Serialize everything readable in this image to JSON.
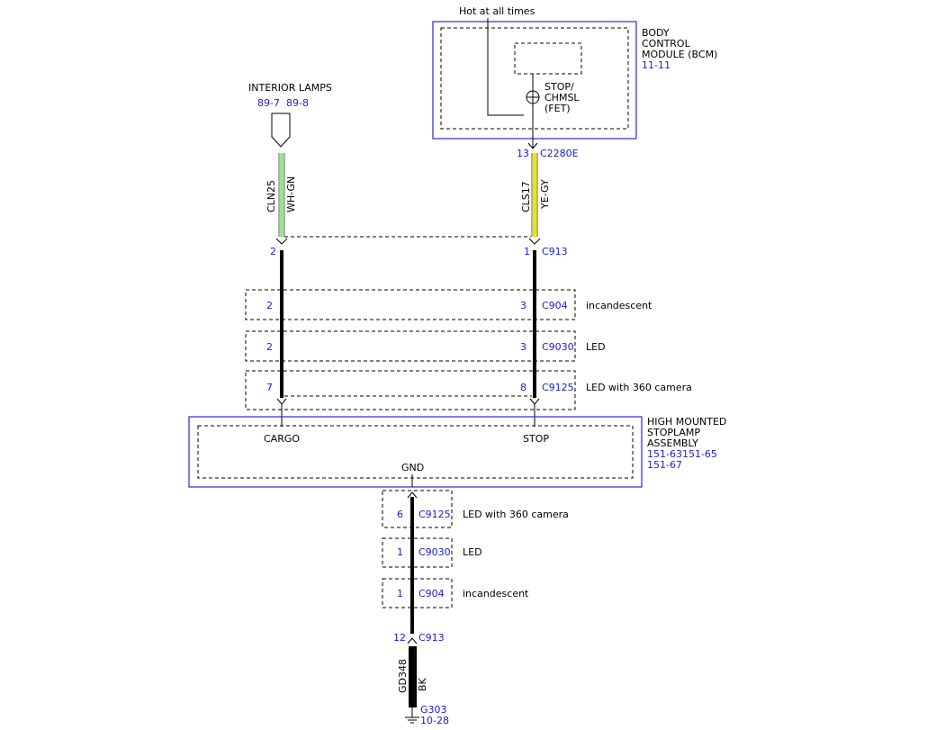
{
  "hot_label": "Hot at all times",
  "bcm": {
    "name_lines": [
      "BODY",
      "CONTROL",
      "MODULE (BCM)"
    ],
    "ref": "11-11",
    "switch_lines": [
      "STOP/",
      "CHMSL",
      "(FET)"
    ]
  },
  "interior_lamps": {
    "title": "INTERIOR LAMPS",
    "ref1": "89-7",
    "ref2": "89-8"
  },
  "wires": {
    "cargo": {
      "circuit": "CLN25",
      "color": "WH-GN",
      "color_hex": "#a8d8a0"
    },
    "stop": {
      "circuit": "CLS17",
      "color": "YE-GY",
      "color_hex": "#e8e800",
      "bcm_pin": "13",
      "bcm_connector": "C2280E"
    },
    "ground": {
      "circuit": "GD348",
      "color": "BK"
    }
  },
  "c913": {
    "cargo_pin": "2",
    "stop_pin": "1",
    "name": "C913"
  },
  "upper_variants": [
    {
      "cargo_pin": "2",
      "stop_pin": "3",
      "connector": "C904",
      "label": "incandescent"
    },
    {
      "cargo_pin": "2",
      "stop_pin": "3",
      "connector": "C9030",
      "label": "LED"
    },
    {
      "cargo_pin": "7",
      "stop_pin": "8",
      "connector": "C9125",
      "label": "LED with 360 camera"
    }
  ],
  "hmsl": {
    "name_lines": [
      "HIGH MOUNTED",
      "STOPLAMP",
      "ASSEMBLY"
    ],
    "refs": [
      "151-63151-65",
      "151-67"
    ],
    "cargo": "CARGO",
    "stop": "STOP",
    "gnd": "GND"
  },
  "lower_variants": [
    {
      "pin": "6",
      "connector": "C9125",
      "label": "LED with 360 camera"
    },
    {
      "pin": "1",
      "connector": "C9030",
      "label": "LED"
    },
    {
      "pin": "1",
      "connector": "C904",
      "label": "incandescent"
    }
  ],
  "c913_ground": {
    "pin": "12",
    "name": "C913"
  },
  "ground_point": {
    "name": "G303",
    "ref": "10-28"
  }
}
